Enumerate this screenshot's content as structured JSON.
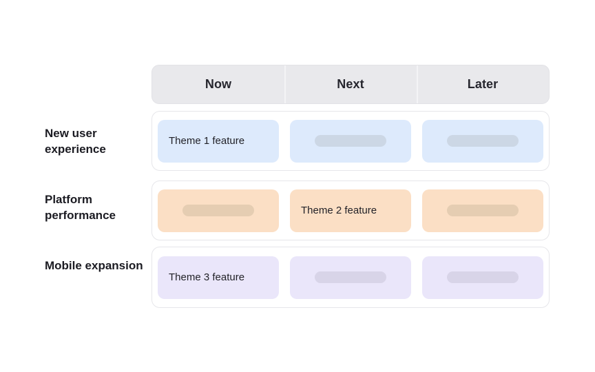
{
  "board": {
    "columns": [
      {
        "label": "Now"
      },
      {
        "label": "Next"
      },
      {
        "label": "Later"
      }
    ],
    "rows": [
      {
        "label": "New user experience",
        "accent": "#ddeafc",
        "skeleton_color": "#ccd7e5",
        "cells": [
          {
            "kind": "text",
            "text": "Theme 1 feature"
          },
          {
            "kind": "placeholder",
            "text": ""
          },
          {
            "kind": "placeholder",
            "text": ""
          }
        ]
      },
      {
        "label": "Platform performance",
        "accent": "#fbdfc5",
        "skeleton_color": "#e5cdb2",
        "cells": [
          {
            "kind": "placeholder",
            "text": ""
          },
          {
            "kind": "text",
            "text": "Theme 2 feature"
          },
          {
            "kind": "placeholder",
            "text": ""
          }
        ]
      },
      {
        "label": "Mobile expansion",
        "accent": "#eae6fa",
        "skeleton_color": "#d8d4e8",
        "cells": [
          {
            "kind": "text",
            "text": "Theme 3 feature"
          },
          {
            "kind": "placeholder",
            "text": ""
          },
          {
            "kind": "placeholder",
            "text": ""
          }
        ]
      }
    ]
  },
  "theme": {
    "header_background": "#e9e9ec",
    "header_text": "#26262e",
    "row_background": "#ffffff",
    "row_border": "#e6e6ea",
    "page_background": "#ffffff"
  }
}
